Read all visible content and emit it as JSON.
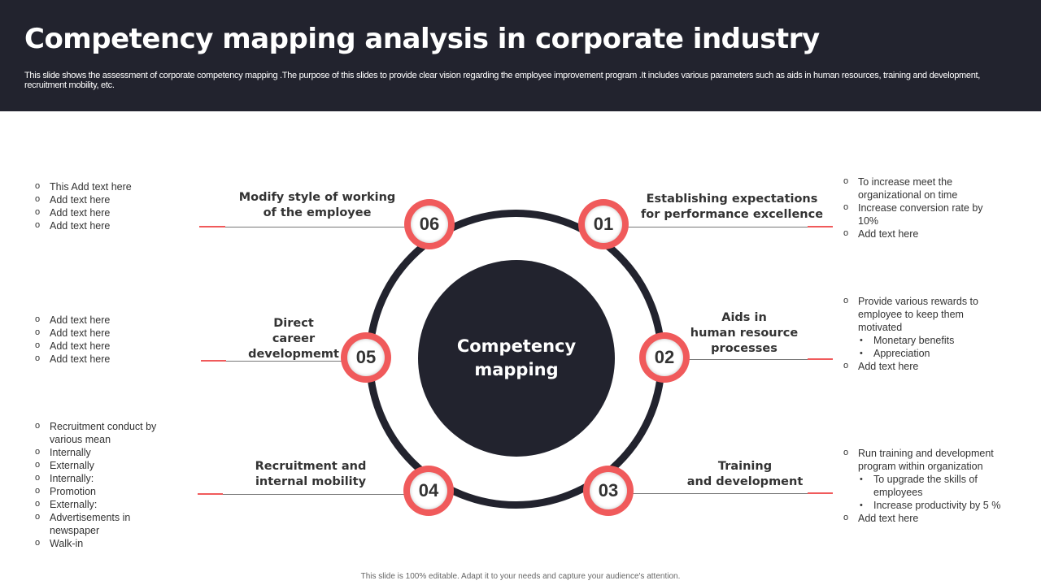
{
  "header": {
    "title": "Competency mapping analysis in corporate industry",
    "subtitle": "This slide shows the assessment of corporate competency mapping .The purpose of this slides to provide clear vision regarding the employee improvement program   .It includes  various parameters such as aids in human resources, training and development, recruitment mobility, etc."
  },
  "center": {
    "line1": "Competency",
    "line2": "mapping"
  },
  "steps": [
    {
      "num": "01",
      "l1": "Establishing expectations",
      "l2": "for performance excellence",
      "items": [
        {
          "t": "To increase meet the organizational on time"
        },
        {
          "t": "Increase conversion rate  by 10%"
        },
        {
          "t": "Add text here"
        }
      ]
    },
    {
      "num": "02",
      "l1": "Aids in",
      "l2": "human resource",
      "l3": "processes",
      "items": [
        {
          "t": "Provide various rewards to employee to keep them motivated"
        },
        {
          "t": "Monetary benefits",
          "sub": true
        },
        {
          "t": "Appreciation",
          "sub": true
        },
        {
          "t": "Add text here"
        }
      ]
    },
    {
      "num": "03",
      "l1": "Training",
      "l2": "and development",
      "items": [
        {
          "t": "Run training and development program within organization"
        },
        {
          "t": "To upgrade the skills of employees",
          "sub": true
        },
        {
          "t": "Increase productivity by 5 %",
          "sub": true
        },
        {
          "t": "Add text here"
        }
      ]
    },
    {
      "num": "04",
      "l1": "Recruitment and",
      "l2": "internal mobility",
      "items": [
        {
          "t": "Recruitment conduct by various mean"
        },
        {
          "t": "Internally"
        },
        {
          "t": "Externally"
        },
        {
          "t": "Internally:"
        },
        {
          "t": "Promotion"
        },
        {
          "t": "Externally:"
        },
        {
          "t": "Advertisements in newspaper"
        },
        {
          "t": "Walk-in"
        }
      ]
    },
    {
      "num": "05",
      "l1": "Direct",
      "l2": "career",
      "l3": "developmemt",
      "items": [
        {
          "t": "Add text here"
        },
        {
          "t": "Add text here"
        },
        {
          "t": "Add text here"
        },
        {
          "t": "Add text here"
        }
      ]
    },
    {
      "num": "06",
      "l1": "Modify style of working",
      "l2": "of the employee",
      "items": [
        {
          "t": "This Add text here"
        },
        {
          "t": "Add text here"
        },
        {
          "t": "Add text here"
        },
        {
          "t": "Add text here"
        }
      ]
    }
  ],
  "footer": "This slide is 100% editable. Adapt it to your needs and capture your audience's attention."
}
